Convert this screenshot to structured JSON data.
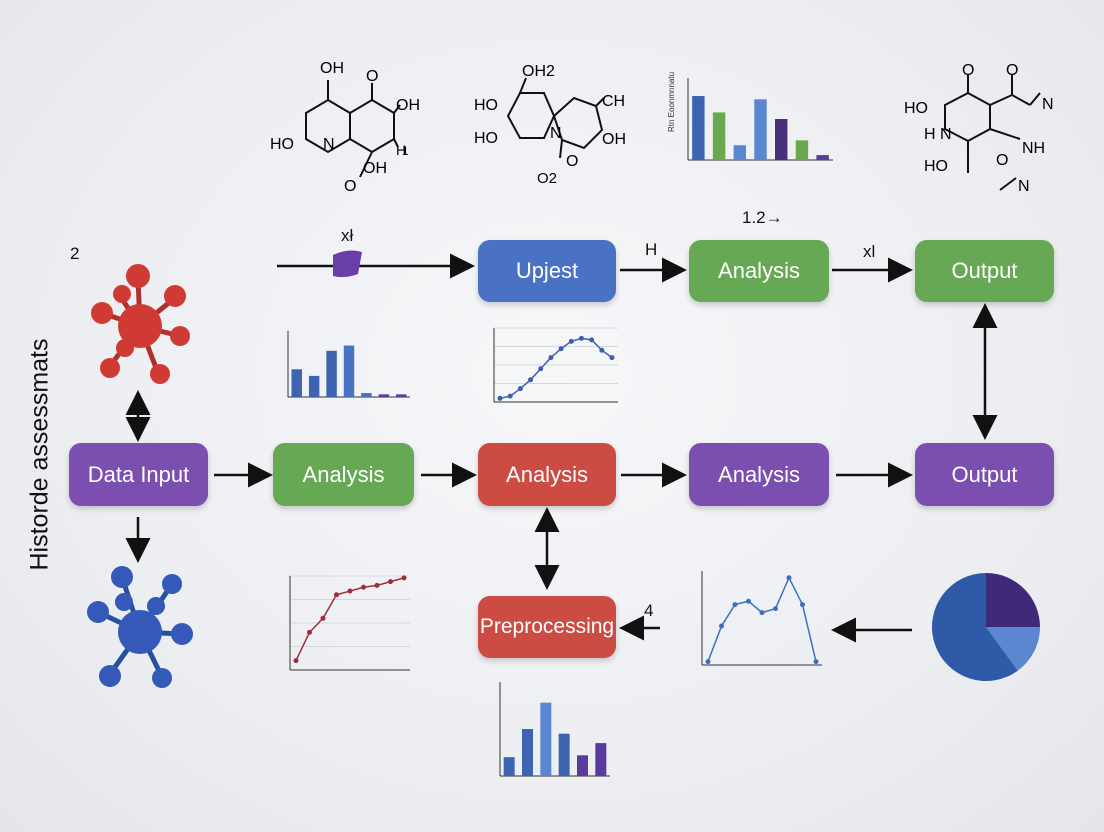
{
  "sidebar_title": "Historde assessmats",
  "colors": {
    "purple": "#7b4fb0",
    "green": "#66a854",
    "red": "#cc4b42",
    "blue": "#4a72c4",
    "arrow": "#111111"
  },
  "nodes": {
    "upjest": "Upjest",
    "analysis_top_1": "Analysis",
    "output_top": "Output",
    "data_input": "Data Input",
    "analysis_mid_1": "Analysis",
    "analysis_mid_2": "Analysis",
    "analysis_mid_3": "Analysis",
    "output_mid": "Output",
    "preprocessing": "Preprocessing"
  },
  "labels": {
    "num_2": "2",
    "xt": "xł",
    "h": "H",
    "xl": "xl",
    "val_12": "1.2→",
    "num_4": "4"
  },
  "molecule_1": {
    "atoms": [
      "OH",
      "O",
      "OH",
      "HO",
      "N",
      "H",
      "OH"
    ],
    "subscript": "1"
  },
  "molecule_2": {
    "atoms": [
      "OH2",
      "HO",
      "CH",
      "HO",
      "N",
      "OH",
      "O",
      "O2"
    ]
  },
  "molecule_3": {
    "atoms": [
      "O",
      "O",
      "HO",
      "N",
      "H",
      "N",
      "NH",
      "HO",
      "O",
      "N"
    ]
  },
  "chart_data": [
    {
      "type": "bar",
      "title": "",
      "ylabel": "Rtn Eoonmnnatua",
      "ylim": [
        0,
        100
      ],
      "categories": [
        "",
        "",
        "",
        "",
        "",
        "",
        ""
      ],
      "values": [
        78,
        58,
        18,
        74,
        50,
        24,
        6
      ],
      "bar_colors": [
        "#3e63b0",
        "#6aa84f",
        "#5b86d0",
        "#5b86d0",
        "#4a2f7a",
        "#6aa84f",
        "#5b3aa0"
      ]
    },
    {
      "type": "bar",
      "categories": [
        "",
        "",
        "",
        "",
        "",
        "",
        ""
      ],
      "values": [
        42,
        32,
        70,
        78,
        6,
        4,
        4
      ],
      "bar_colors": [
        "#3e63b0",
        "#3e63b0",
        "#3e63b0",
        "#4a72c4",
        "#4a72c4",
        "#5b3aa0",
        "#5b3aa0"
      ],
      "ylim": [
        0,
        100
      ]
    },
    {
      "type": "line",
      "x": [
        1,
        2,
        3,
        4,
        5,
        6,
        7,
        8,
        9,
        10,
        11,
        12
      ],
      "values": [
        5,
        8,
        18,
        30,
        45,
        60,
        72,
        82,
        86,
        84,
        70,
        60
      ],
      "ylim": [
        0,
        100
      ]
    },
    {
      "type": "line",
      "x": [
        1,
        2,
        3,
        4,
        5,
        6,
        7,
        8,
        9
      ],
      "values": [
        10,
        40,
        55,
        80,
        84,
        88,
        90,
        94,
        98
      ],
      "ylim": [
        0,
        100
      ]
    },
    {
      "type": "line",
      "x": [
        1,
        2,
        3,
        4,
        5,
        6,
        7,
        8,
        9
      ],
      "values": [
        5,
        58,
        90,
        95,
        78,
        84,
        130,
        90,
        5
      ],
      "ylim": [
        0,
        140
      ]
    },
    {
      "type": "bar",
      "categories": [
        "",
        "",
        "",
        "",
        "",
        ""
      ],
      "values": [
        20,
        50,
        78,
        45,
        22,
        35
      ],
      "bar_colors": [
        "#3e63b0",
        "#3e63b0",
        "#5b86d0",
        "#3e63b0",
        "#5b3aa0",
        "#5b3aa0"
      ],
      "ylim": [
        0,
        100
      ]
    },
    {
      "type": "pie",
      "values": [
        25,
        15,
        60
      ],
      "colors": [
        "#3f2a7a",
        "#5b86d0",
        "#2f5aa8"
      ]
    }
  ]
}
